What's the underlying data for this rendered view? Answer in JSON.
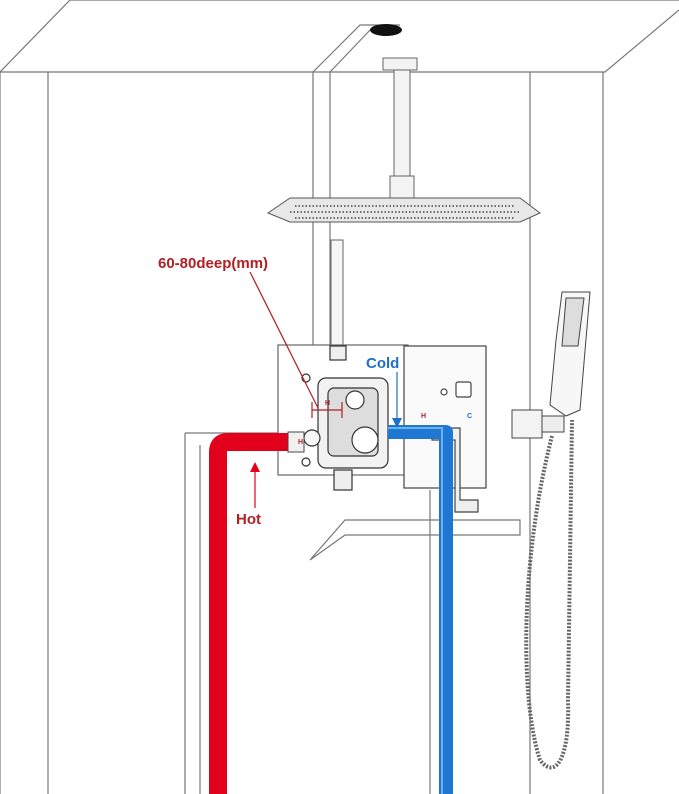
{
  "labels": {
    "depth": "60-80deep(mm)",
    "cold": "Cold",
    "hot": "Hot",
    "valve_hot_mark": "H",
    "valve_depth_mark": "H",
    "plate_hot_mark": "H",
    "plate_cold_mark": "C"
  },
  "colors": {
    "hot": "#e3001b",
    "cold": "#1f77d4",
    "depth_label": "#b21f24",
    "cold_label": "#1f6fc4",
    "line": "#555555"
  }
}
